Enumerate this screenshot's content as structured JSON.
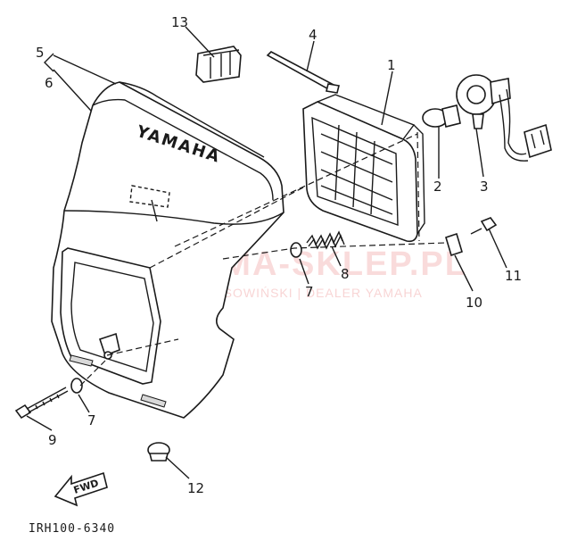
{
  "diagram": {
    "drawing_code": "IRH100-6340",
    "brand_text": "YAMAHA",
    "fwd_label": "FWD",
    "watermark": {
      "main": "YAMA-SKLEP.PL",
      "sub": "MOTO SOWIŃSKI | DEALER YAMAHA"
    },
    "callouts": {
      "c1": "1",
      "c2": "2",
      "c3": "3",
      "c4": "4",
      "c5": "5",
      "c6": "6",
      "c7a": "7",
      "c7b": "7",
      "c8": "8",
      "c9": "9",
      "c10": "10",
      "c11": "11",
      "c12": "12",
      "c13": "13"
    }
  }
}
